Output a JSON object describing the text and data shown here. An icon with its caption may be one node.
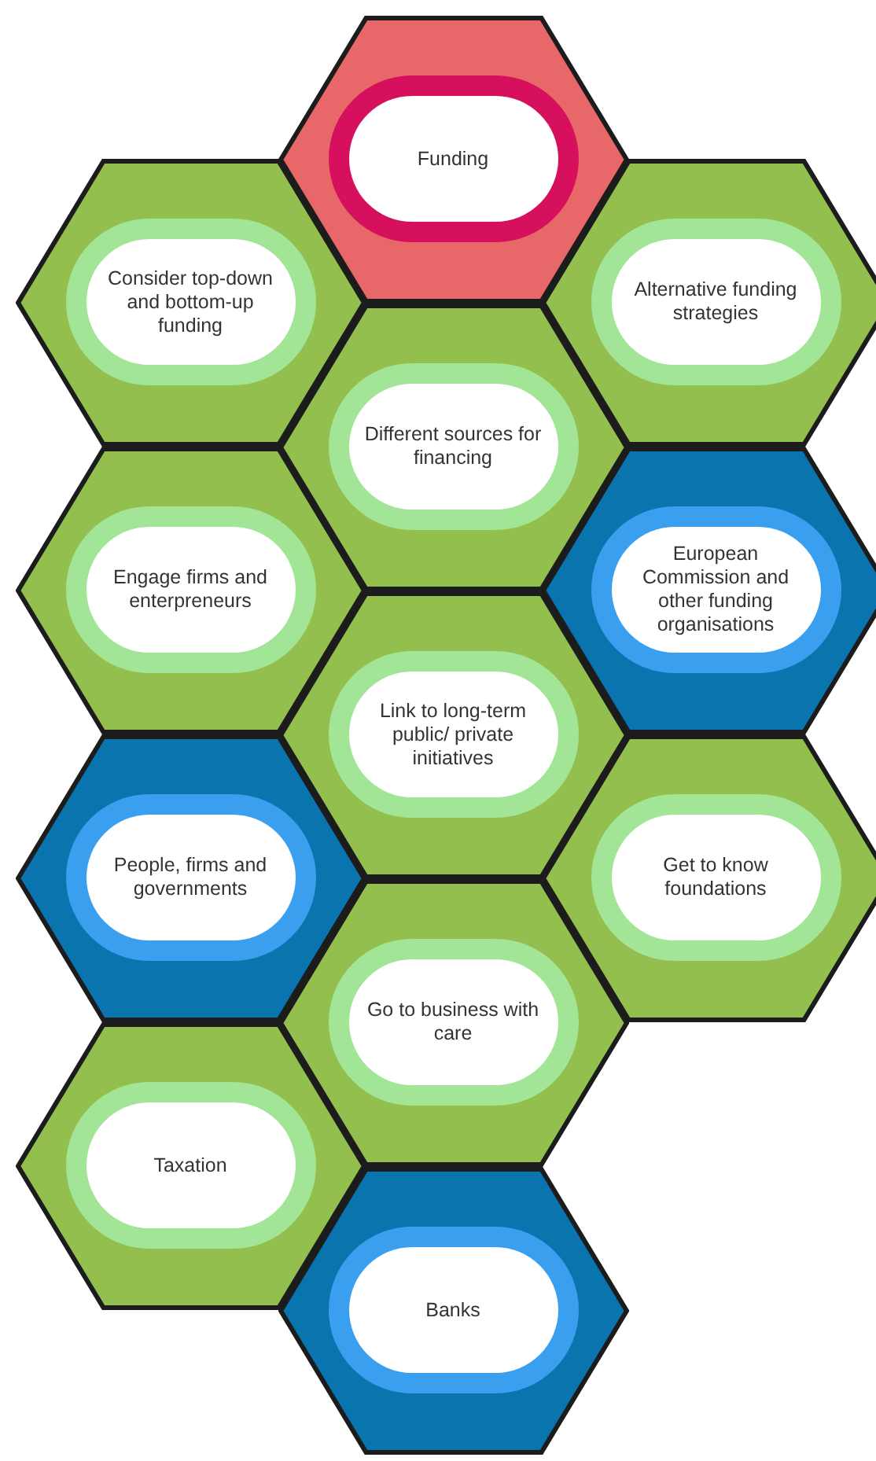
{
  "diagram": {
    "nodes": [
      {
        "text": [
          "Funding"
        ]
      },
      {
        "text": [
          "Consider top-down and bottom-up funding"
        ]
      },
      {
        "text": [
          "Alternative funding strategies"
        ]
      },
      {
        "text": [
          "Different sources for financing"
        ]
      },
      {
        "text": [
          "Engage firms and enterpreneurs"
        ]
      },
      {
        "text": [
          "European Commission and other funding organisations"
        ]
      },
      {
        "text": [
          "Link to long-term public/ private initiatives"
        ]
      },
      {
        "text": [
          "People, firms and governments"
        ]
      },
      {
        "text": [
          "Get to know foundations"
        ]
      },
      {
        "text": [
          "Go to business with care"
        ]
      },
      {
        "text": [
          "Taxation"
        ]
      },
      {
        "text": [
          "Banks"
        ]
      }
    ]
  }
}
